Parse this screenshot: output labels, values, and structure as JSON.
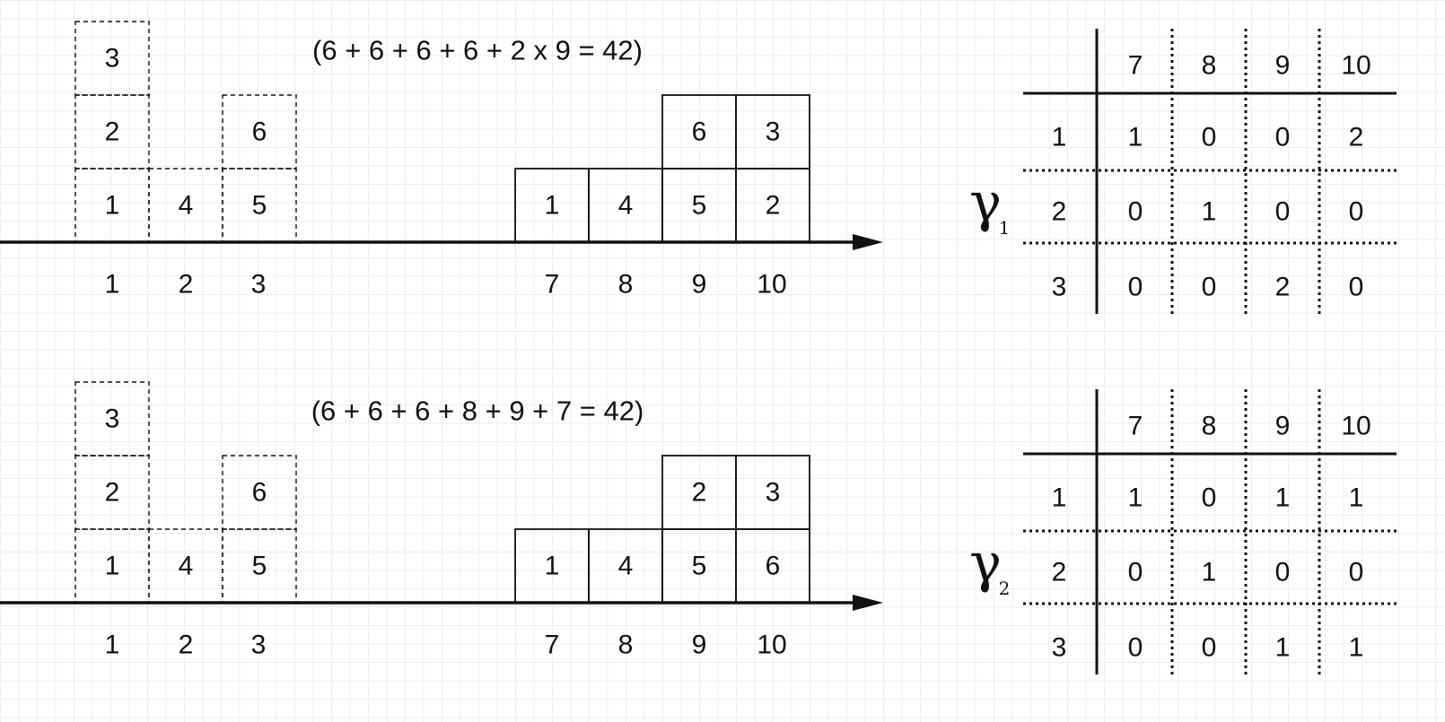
{
  "panels": [
    {
      "equation": "(6 + 6 + 6 + 6 + 2 x 9 = 42)",
      "axis_labels": [
        "1",
        "2",
        "3",
        "7",
        "8",
        "9",
        "10"
      ],
      "left_stacks": [
        {
          "column": "1",
          "boxes": [
            "1",
            "2",
            "3"
          ]
        },
        {
          "column": "2",
          "boxes": [
            "4"
          ]
        },
        {
          "column": "3",
          "boxes": [
            "5",
            "6"
          ]
        }
      ],
      "right_stacks": [
        {
          "column": "7",
          "boxes": [
            "1"
          ]
        },
        {
          "column": "8",
          "boxes": [
            "4"
          ]
        },
        {
          "column": "9",
          "boxes": [
            "5",
            "6"
          ]
        },
        {
          "column": "10",
          "boxes": [
            "2",
            "3"
          ]
        }
      ],
      "matrix": {
        "symbol": "γ",
        "subscript": "1",
        "col_headers": [
          "7",
          "8",
          "9",
          "10"
        ],
        "row_headers": [
          "1",
          "2",
          "3"
        ],
        "cells": [
          [
            "1",
            "0",
            "0",
            "2"
          ],
          [
            "0",
            "1",
            "0",
            "0"
          ],
          [
            "0",
            "0",
            "2",
            "0"
          ]
        ]
      }
    },
    {
      "equation": "(6 + 6 + 6 + 8 + 9 + 7 = 42)",
      "axis_labels": [
        "1",
        "2",
        "3",
        "7",
        "8",
        "9",
        "10"
      ],
      "left_stacks": [
        {
          "column": "1",
          "boxes": [
            "1",
            "2",
            "3"
          ]
        },
        {
          "column": "2",
          "boxes": [
            "4"
          ]
        },
        {
          "column": "3",
          "boxes": [
            "5",
            "6"
          ]
        }
      ],
      "right_stacks": [
        {
          "column": "7",
          "boxes": [
            "1"
          ]
        },
        {
          "column": "8",
          "boxes": [
            "4"
          ]
        },
        {
          "column": "9",
          "boxes": [
            "5",
            "2"
          ]
        },
        {
          "column": "10",
          "boxes": [
            "6",
            "3"
          ]
        }
      ],
      "matrix": {
        "symbol": "γ",
        "subscript": "2",
        "col_headers": [
          "7",
          "8",
          "9",
          "10"
        ],
        "row_headers": [
          "1",
          "2",
          "3"
        ],
        "cells": [
          [
            "1",
            "0",
            "1",
            "1"
          ],
          [
            "0",
            "1",
            "0",
            "0"
          ],
          [
            "0",
            "0",
            "1",
            "1"
          ]
        ]
      }
    }
  ]
}
